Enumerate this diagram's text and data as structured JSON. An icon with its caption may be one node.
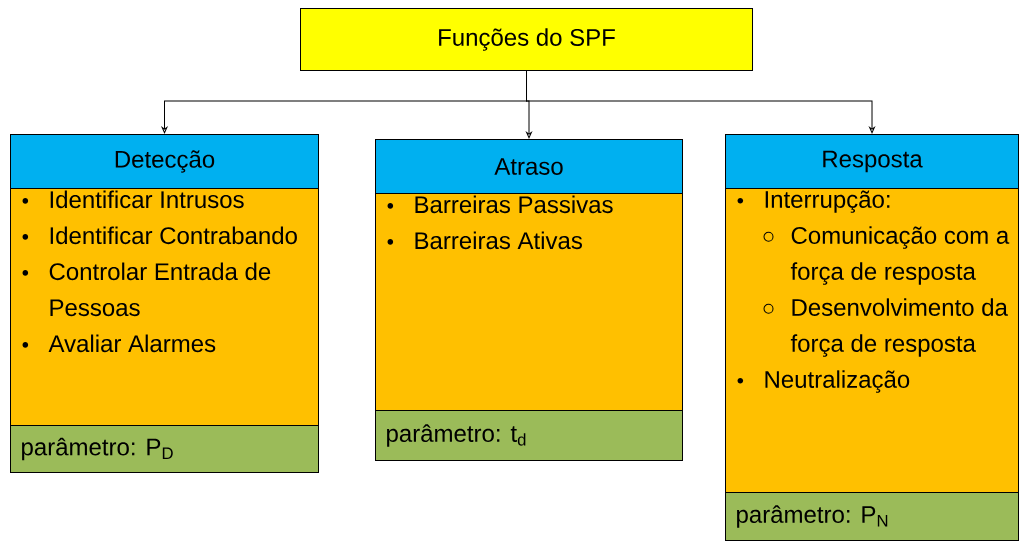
{
  "diagram": {
    "nodes": [
      {
        "text": [
          "Funções do SPF"
        ]
      },
      {
        "text": [
          "Detecção"
        ]
      },
      {
        "text": [
          "Identificar Intrusos",
          "Identificar Contrabando",
          "Controlar Entrada de Pessoas",
          "Avaliar Alarmes"
        ]
      },
      {
        "text": [
          "parâmetro: P$_{D}$"
        ]
      },
      {
        "text": [
          "Atraso"
        ]
      },
      {
        "text": [
          "Barreiras Passivas",
          "Barreiras Ativas"
        ]
      },
      {
        "text": [
          "parâmetro: t$_{d}$"
        ]
      },
      {
        "text": [
          "Resposta"
        ]
      },
      {
        "text": [
          "Interrupção:",
          "Comunicação com a força de resposta",
          "Desenvolvimento da força de resposta",
          "Neutralização"
        ]
      },
      {
        "text": [
          "parâmetro: P$_{N}$"
        ]
      }
    ],
    "edges": [
      {
        "from": 0,
        "to": 1,
        "arrow": "to"
      },
      {
        "from": 0,
        "to": 4,
        "arrow": "to"
      },
      {
        "from": 0,
        "to": 7,
        "arrow": "to"
      }
    ]
  }
}
